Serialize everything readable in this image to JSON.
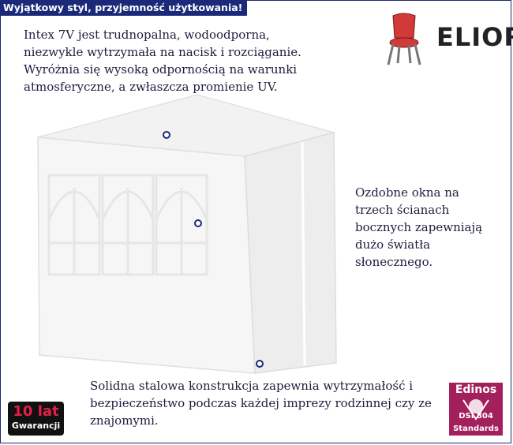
{
  "banner": "Wyjątkowy styl, przyjemność użytkowania!",
  "brand": {
    "name": "ELIOR"
  },
  "callouts": {
    "durability": "Intex 7V jest trudnopalna, wodoodporna, niezwykle wytrzymała na nacisk i rozciąganie. Wyróżnia się wysoką odpornością na warunki atmosferyczne, a zwłaszcza promienie UV.",
    "windows": "Ozdobne okna na trzech ścianach bocznych zapewniają dużo światła słonecznego.",
    "frame": "Solidna stalowa konstrukcja zapewnia wytrzymałość i bezpieczeństwo podczas każdej imprezy rodzinnej czy ze znajomymi."
  },
  "warranty": {
    "years": "10 lat",
    "label": "Gwarancji"
  },
  "badge": {
    "name": "Edinos",
    "code": "DSI 804",
    "standard": "Standards"
  },
  "colors": {
    "accent": "#1b2a78",
    "badge": "#a3205d",
    "warranty_text": "#e0204a"
  }
}
